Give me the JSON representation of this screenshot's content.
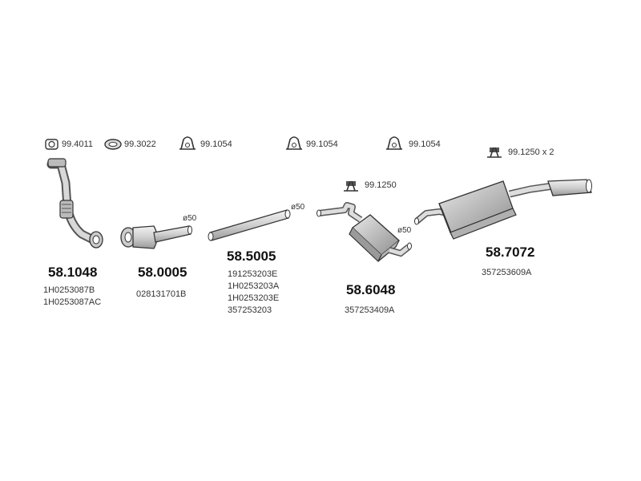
{
  "hardware": {
    "h1": "99.4011",
    "h2": "99.3022",
    "h3": "99.1054",
    "h4": "99.1054",
    "h5": "99.1054",
    "h6": "99.1250",
    "h7": "99.1250 x 2"
  },
  "diameters": {
    "d1": "ø50",
    "d2": "ø50",
    "d3": "ø50"
  },
  "parts": [
    {
      "code": "58.1048",
      "refs": [
        "1H0253087B",
        "1H0253087AC"
      ]
    },
    {
      "code": "58.0005",
      "refs": [
        "028131701B"
      ]
    },
    {
      "code": "58.5005",
      "refs": [
        "191253203E",
        "1H0253203A",
        "1H0253203E",
        "357253203"
      ]
    },
    {
      "code": "58.6048",
      "refs": [
        "357253409A"
      ]
    },
    {
      "code": "58.7072",
      "refs": [
        "357253609A"
      ]
    }
  ]
}
